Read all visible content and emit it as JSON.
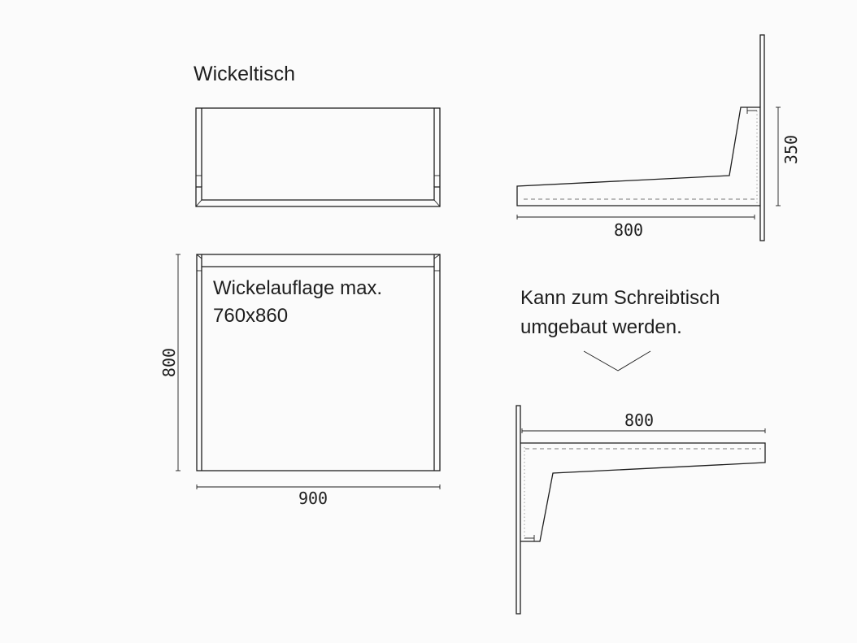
{
  "title": "Wickeltisch",
  "front_view": {},
  "top_view": {
    "label_line1": "Wickelauflage max.",
    "label_line2": "760x860",
    "dim_height": "800",
    "dim_width": "900"
  },
  "side_view_changing": {
    "dim_length": "800",
    "dim_height": "350"
  },
  "note": {
    "line1": "Kann zum Schreibtisch",
    "line2": "umgebaut werden."
  },
  "side_view_desk": {
    "dim_length": "800"
  }
}
